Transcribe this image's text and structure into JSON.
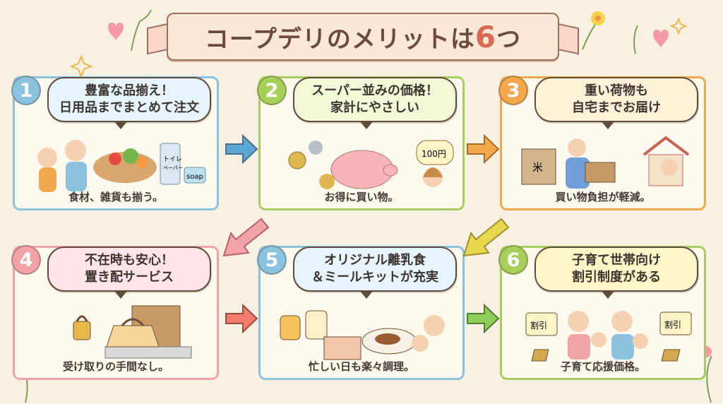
{
  "title": {
    "main": "コープデリのメリットは",
    "number": "6",
    "tail": "つ"
  },
  "colors": {
    "blue": "#8bc3df",
    "green": "#a7d05a",
    "orange": "#f2a84b",
    "pink": "#f2a3a8"
  },
  "panels": [
    {
      "number": "1",
      "heading_line1": "豊富な品揃え！",
      "heading_line2": "日用品までまとめて注文",
      "caption": "食材、雑貨も揃う。",
      "label1": "トイレ",
      "label2": "ペーパー",
      "label3": "soap"
    },
    {
      "number": "2",
      "heading_line1": "スーパー並みの価格！",
      "heading_line2": "家計にやさしい",
      "caption": "お得に買い物。",
      "price": "100円"
    },
    {
      "number": "3",
      "heading_line1": "重い荷物も",
      "heading_line2": "自宅までお届け",
      "caption": "買い物負担が軽減。",
      "rice": "米"
    },
    {
      "number": "4",
      "heading_line1": "不在時も安心！",
      "heading_line2": "置き配サービス",
      "caption": "受け取りの手間なし。"
    },
    {
      "number": "5",
      "heading_line1": "オリジナル離乳食",
      "heading_line2": "＆ミールキットが充実",
      "caption": "忙しい日も楽々調理。"
    },
    {
      "number": "6",
      "heading_line1": "子育て世帯向け",
      "heading_line2": "割引制度がある",
      "caption": "子育て応援価格。",
      "sign": "割引"
    }
  ],
  "icons": {
    "coin": "yen-coin-icon",
    "house": "house-icon",
    "lock": "lock-icon",
    "heart": "heart-icon",
    "flower": "flower-icon",
    "arrow": "arrow-icon"
  }
}
